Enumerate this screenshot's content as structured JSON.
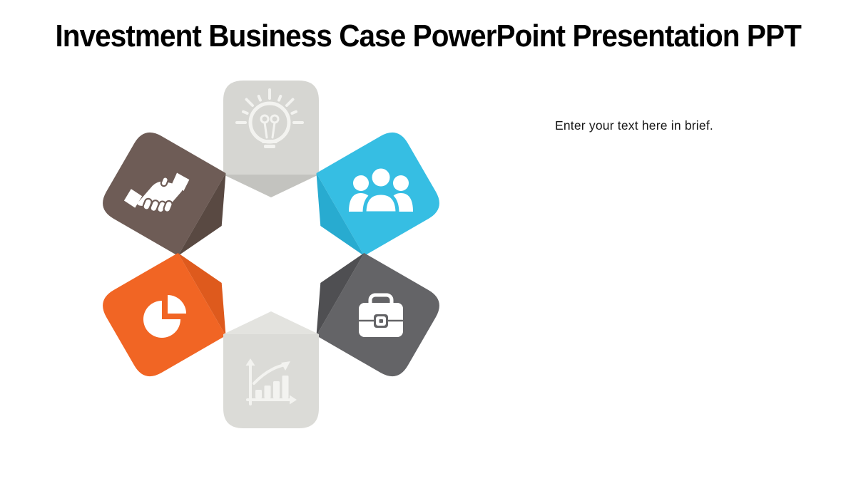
{
  "title": "Investment Business Case PowerPoint Presentation PPT",
  "placeholder_text": "Enter your text here in brief.",
  "colors": {
    "background": "#ffffff",
    "title_text": "#000000",
    "note_text": "#161616"
  },
  "diagram": {
    "type": "hexagonal-petal-cycle",
    "petals": [
      {
        "icon": "lightbulb-icon",
        "position": "top",
        "body": "#d6d6d2",
        "fold": "#c3c3bf"
      },
      {
        "icon": "handshake-icon",
        "position": "upper-left",
        "body": "#6e5c56",
        "fold": "#594942"
      },
      {
        "icon": "team-icon",
        "position": "upper-right",
        "body": "#36bee3",
        "fold": "#28abd0"
      },
      {
        "icon": "pie-chart-icon",
        "position": "lower-left",
        "body": "#f16524",
        "fold": "#de5a1d"
      },
      {
        "icon": "briefcase-icon",
        "position": "lower-right",
        "body": "#646467",
        "fold": "#4f4f52"
      },
      {
        "icon": "bar-chart-icon",
        "position": "bottom",
        "body": "#dbdbd7",
        "fold": "#e3e3df"
      }
    ]
  }
}
